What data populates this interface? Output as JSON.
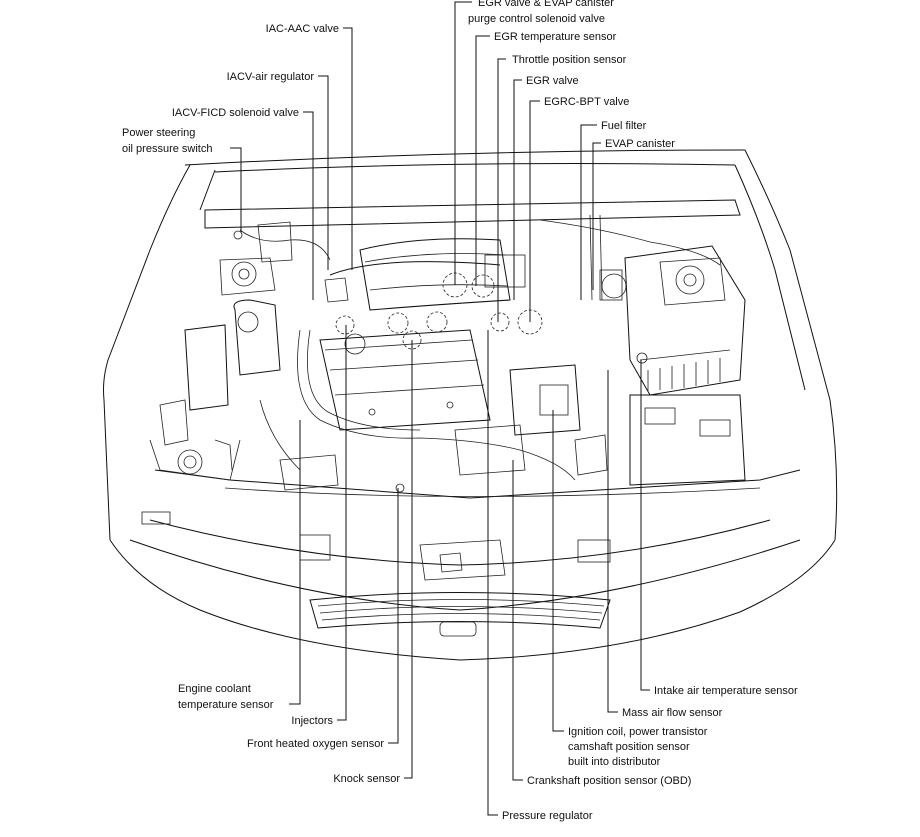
{
  "labels_top": {
    "egr_evap_1": "EGR valve & EVAP canister",
    "egr_evap_2": "purge control solenoid valve",
    "egr_temp": "EGR temperature sensor",
    "throttle": "Throttle position sensor",
    "egr_valve": "EGR valve",
    "egrc_bpt": "EGRC-BPT valve",
    "fuel_filter": "Fuel filter",
    "evap_canister": "EVAP canister",
    "iac_aac": "IAC-AAC valve",
    "iacv_air": "IACV-air regulator",
    "iacv_ficd": "IACV-FICD solenoid valve",
    "ps_switch_1": "Power steering",
    "ps_switch_2": "oil pressure switch"
  },
  "labels_bottom": {
    "coolant_1": "Engine coolant",
    "coolant_2": "temperature sensor",
    "injectors": "Injectors",
    "o2_sensor": "Front heated oxygen sensor",
    "knock": "Knock sensor",
    "intake_air": "Intake air temperature sensor",
    "maf": "Mass air flow sensor",
    "ignition_1": "Ignition coil, power transistor",
    "ignition_2": "camshaft position sensor",
    "ignition_3": "built into distributor",
    "crank": "Crankshaft position sensor (OBD)",
    "pressure_reg": "Pressure regulator"
  }
}
